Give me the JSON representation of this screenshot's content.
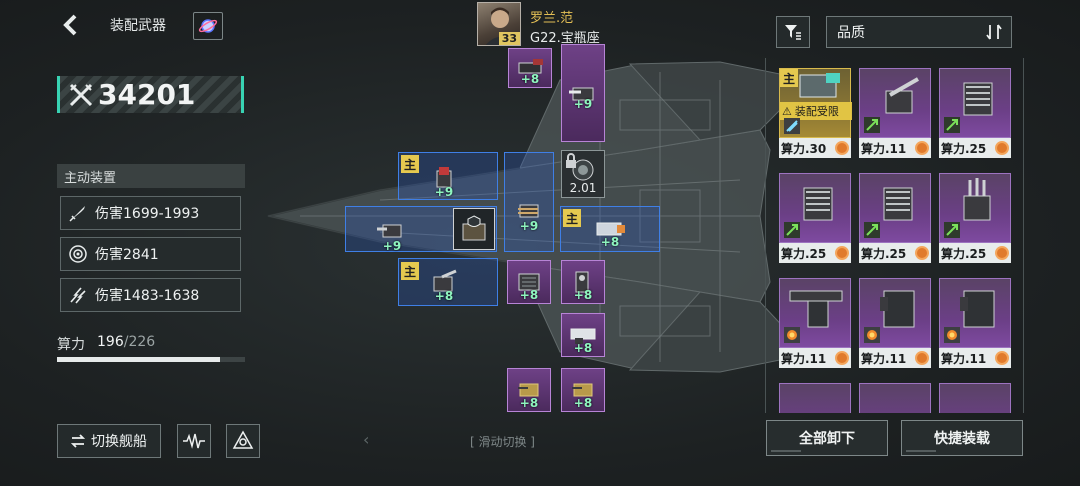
{
  "header": {
    "back_icon": "chevron-left-icon",
    "title": "装配武器",
    "planet_icon": "planet-icon"
  },
  "power": {
    "icon": "crossed-swords-icon",
    "value": "34201"
  },
  "active_devices": {
    "title": "主动装置",
    "items": [
      {
        "icon": "missile-icon",
        "label": "伤害1699-1993"
      },
      {
        "icon": "shield-burst-icon",
        "label": "伤害2841"
      },
      {
        "icon": "lightning-icon",
        "label": "伤害1483-1638"
      }
    ]
  },
  "compute": {
    "label": "算力",
    "used": "196",
    "total": "226",
    "fraction": 0.867
  },
  "bottom_left": {
    "switch_label": "切换舰船",
    "switch_icon": "swap-arrows-icon",
    "radar_icon": "waveform-icon",
    "fleet_icon": "triangle-network-icon"
  },
  "pilot": {
    "name": "罗兰.范",
    "level": "33",
    "ship": "G22.宝瓶座"
  },
  "ship_slots": {
    "main_tag": "主",
    "levels": {
      "s1": "+8",
      "s2": "+9",
      "s3": "+9",
      "s4": "+9",
      "s5": "+9",
      "s6": "+8",
      "s7": "+8",
      "s8": "+8",
      "s9": "+8",
      "s10": "+8",
      "s11": "+8",
      "s12": "+8"
    },
    "locked_level": "2.01",
    "center_icon": "shield-core-icon"
  },
  "slide_hint": "[ 滑动切换 ]",
  "inventory": {
    "sort_label": "品质",
    "filter_icon": "filter-icon",
    "sort_icon": "sort-toggle-icon",
    "restrict_label": "装配受限",
    "cards": [
      {
        "cap": "算力.30",
        "tier": "gold",
        "main": "主",
        "restricted": true
      },
      {
        "cap": "算力.11",
        "tier": "purple"
      },
      {
        "cap": "算力.25",
        "tier": "purple"
      },
      {
        "cap": "算力.25",
        "tier": "purple"
      },
      {
        "cap": "算力.25",
        "tier": "purple"
      },
      {
        "cap": "算力.25",
        "tier": "purple"
      },
      {
        "cap": "算力.11",
        "tier": "purple"
      },
      {
        "cap": "算力.11",
        "tier": "purple"
      },
      {
        "cap": "算力.11",
        "tier": "purple"
      }
    ]
  },
  "actions": {
    "unequip_all": "全部卸下",
    "quick_equip": "快捷装载"
  }
}
